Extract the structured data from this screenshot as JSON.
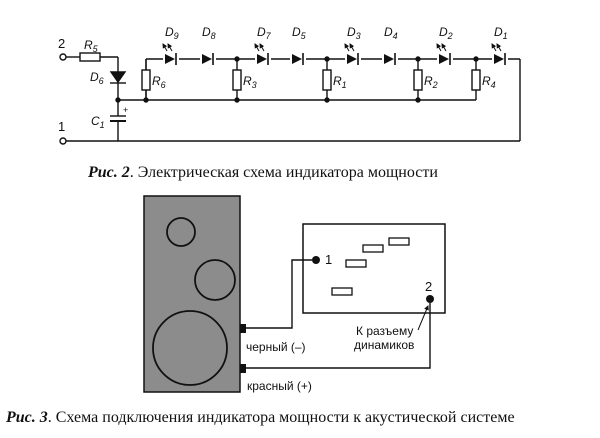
{
  "fig2": {
    "terminals": {
      "t2": "2",
      "t1": "1"
    },
    "components": {
      "R5": "R",
      "R5_sub": "5",
      "D6": "D",
      "D6_sub": "6",
      "C1": "C",
      "C1_sub": "1",
      "R6": "R",
      "R6_sub": "6",
      "R3": "R",
      "R3_sub": "3",
      "R1": "R",
      "R1_sub": "1",
      "R2": "R",
      "R2_sub": "2",
      "R4": "R",
      "R4_sub": "4"
    },
    "leds": [
      {
        "letter": "D",
        "sub": "9",
        "emitting": true
      },
      {
        "letter": "D",
        "sub": "8",
        "emitting": false
      },
      {
        "letter": "D",
        "sub": "7",
        "emitting": true
      },
      {
        "letter": "D",
        "sub": "5",
        "emitting": false
      },
      {
        "letter": "D",
        "sub": "3",
        "emitting": true
      },
      {
        "letter": "D",
        "sub": "4",
        "emitting": false
      },
      {
        "letter": "D",
        "sub": "2",
        "emitting": true
      },
      {
        "letter": "D",
        "sub": "1",
        "emitting": true
      }
    ],
    "plus_mark": "+",
    "caption_bold": "Рис. 2",
    "caption_text": ". Электрическая схема индикатора мощности"
  },
  "fig3": {
    "point1": "1",
    "point2": "2",
    "wire_black": "черный (–)",
    "wire_red": "красный (+)",
    "connector_line1": "К разъему",
    "connector_line2": "динамиков",
    "caption_bold": "Рис. 3",
    "caption_text": ". Схема подключения индикатора мощности к акустической системе"
  },
  "colors": {
    "ink": "#111111",
    "speaker_fill": "#8c8c8c",
    "paper": "#ffffff"
  }
}
